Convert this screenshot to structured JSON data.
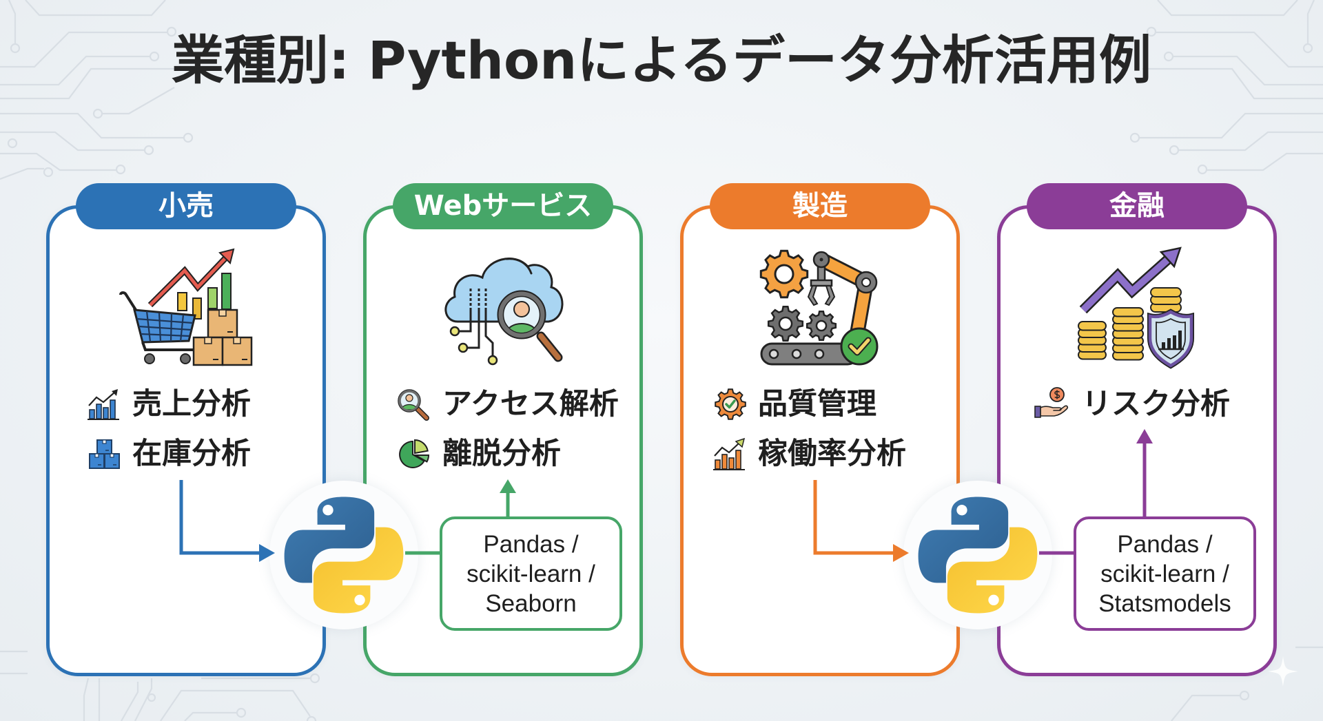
{
  "title": "業種別: Pythonによるデータ分析活用例",
  "theme": {
    "background": "#eef2f5",
    "title_color": "#262626",
    "circuit_line": "#d8dee4",
    "python_blue": "#3671a6",
    "python_yellow": "#f8c93c"
  },
  "industries": [
    {
      "name": "小売",
      "color": "#2c72b5",
      "illustration": "shopping-cart-sales-growth",
      "use_cases": [
        {
          "icon": "bar-chart-growth-icon",
          "label": "売上分析"
        },
        {
          "icon": "inventory-boxes-icon",
          "label": "在庫分析"
        }
      ]
    },
    {
      "name": "Webサービス",
      "color": "#46a668",
      "illustration": "cloud-user-search",
      "use_cases": [
        {
          "icon": "user-search-icon",
          "label": "アクセス解析"
        },
        {
          "icon": "pie-chart-icon",
          "label": "離脱分析"
        }
      ]
    },
    {
      "name": "製造",
      "color": "#ec7b2c",
      "illustration": "robot-arm-conveyor",
      "use_cases": [
        {
          "icon": "gear-check-icon",
          "label": "品質管理"
        },
        {
          "icon": "bar-chart-growth-icon",
          "label": "稼働率分析"
        }
      ]
    },
    {
      "name": "金融",
      "color": "#8b3d97",
      "illustration": "coins-growth-shield",
      "use_cases": [
        {
          "icon": "hand-coin-icon",
          "label": "リスク分析"
        }
      ]
    }
  ],
  "hubs": [
    {
      "logo": "python-logo",
      "libraries": [
        "Pandas /",
        "scikit-learn /",
        "Seaborn"
      ]
    },
    {
      "logo": "python-logo",
      "libraries": [
        "Pandas /",
        "scikit-learn /",
        "Statsmodels"
      ]
    }
  ]
}
